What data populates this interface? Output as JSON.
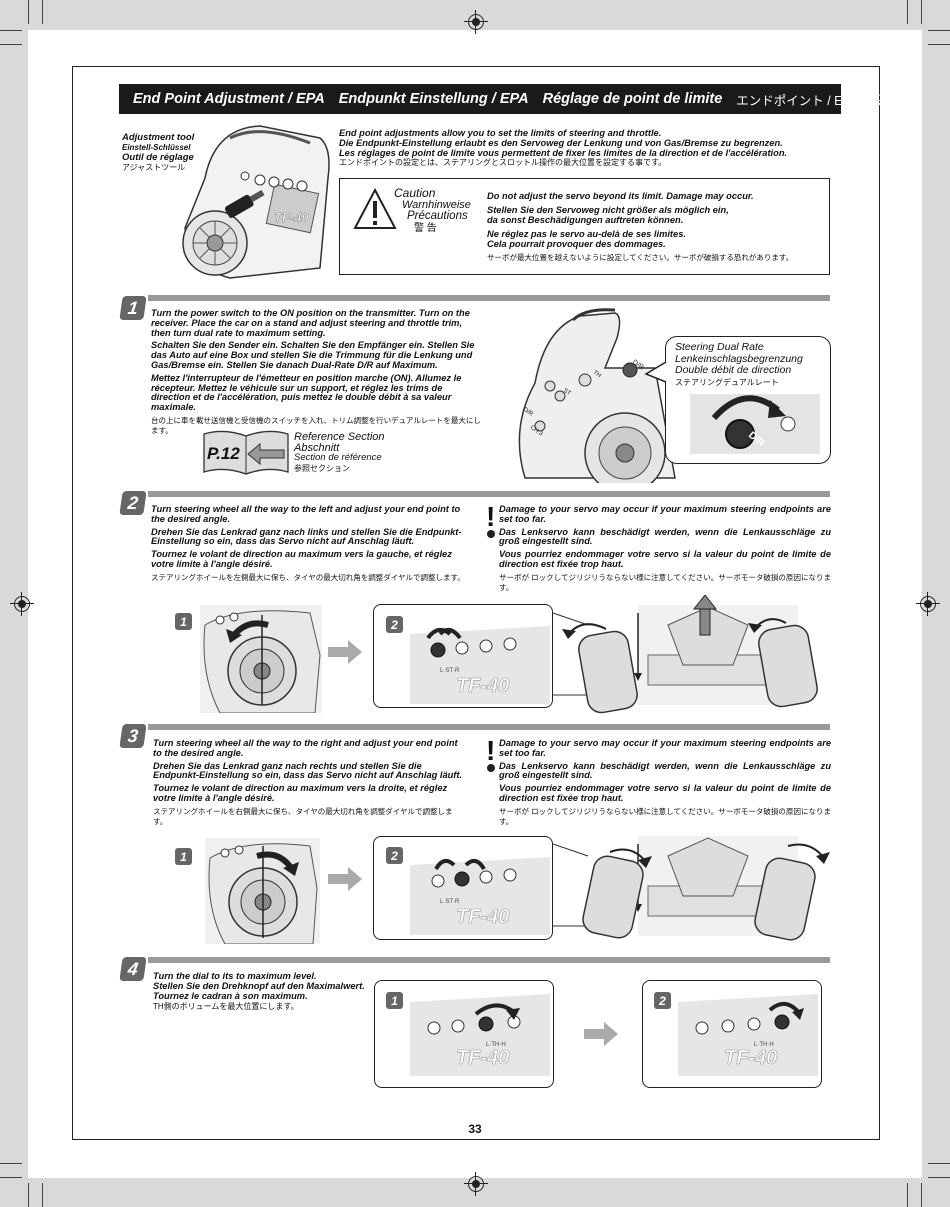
{
  "header": {
    "title_en": "End Point Adjustment / EPA",
    "title_de": "Endpunkt Einstellung / EPA",
    "title_fr": "Réglage de point de limite",
    "title_jp": "エンドポイント / EPAの設定"
  },
  "intro": {
    "tool_label_en": "Adjustment tool",
    "tool_label_de": "Einstell-Schlüssel",
    "tool_label_fr": "Outil de réglage",
    "tool_label_jp": "アジャストツール",
    "text_en": "End point adjustments allow you to set the limits of steering and throttle.",
    "text_de": "Die Endpunkt-Einstellung erlaubt es den Servoweg der Lenkung und von Gas/Bremse zu begrenzen.",
    "text_fr": "Les réglages de point de limite vous permettent de fixer les limites de la direction et de l'accélération.",
    "text_jp": "エンドポイントの設定とは、ステアリングとスロットル操作の最大位置を設定する事です。",
    "radio_brand": "TF-40"
  },
  "caution": {
    "title_en": "Caution",
    "title_de": "Warnhinweise",
    "title_fr": "Précautions",
    "title_jp": "警 告",
    "text_en": "Do not adjust the servo beyond its limit. Damage may occur.",
    "text_de_1": "Stellen Sie den Servoweg nicht größer als möglich ein,",
    "text_de_2": "da sonst Beschädigungen auftreten können.",
    "text_fr_1": "Ne réglez pas le servo au-delà de ses limites.",
    "text_fr_2": "Cela pourrait provoquer des dommages.",
    "text_jp": "サーボが最大位置を越えないように設定してください。サーボが破損する恐れがあります。"
  },
  "step1": {
    "num": "1",
    "en": "Turn the power switch to the ON position on the transmitter. Turn on the receiver. Place the car on a stand and adjust steering and throttle trim, then turn dual rate to maximum setting.",
    "de": "Schalten Sie den Sender ein. Schalten Sie den Empfänger ein. Stellen Sie das Auto auf eine Box und stellen Sie die Trimmung für die Lenkung und Gas/Bremse ein. Stellen Sie danach Dual-Rate D/R auf Maximum.",
    "fr": "Mettez l'interrupteur de l'émetteur en position marche (ON). Allumez le récepteur. Mettez le véhicule sur un support, et réglez les trims de direction et de l'accélération, puis mettez le double débit à sa valeur maximale.",
    "jp": "台の上に車を載せ送信機と受信機のスイッチを入れ、トリム調整を行いデュアルレートを最大にします。",
    "ref_page": "P.12",
    "ref_en": "Reference Section",
    "ref_de": "Abschnitt",
    "ref_fr": "Section de référence",
    "ref_jp": "参照セクション",
    "callout_en": "Steering Dual Rate",
    "callout_de": "Lenkeinschlagsbegrenzung",
    "callout_fr": "Double débit de direction",
    "callout_jp": "ステアリングデュアルレート",
    "knob_labels": [
      "D/R",
      "TH",
      "ST",
      "ST",
      "D/R",
      "CH.3"
    ]
  },
  "damage_note": {
    "en": "Damage to your servo may occur if your maximum steering endpoints are set too far.",
    "de": "Das Lenkservo kann beschädigt werden, wenn die Lenkausschläge zu groß eingestellt sind.",
    "fr": "Vous pourriez endommager votre servo si la valeur du point de limite de direction est fixée trop haut.",
    "jp": "サーボが ロックしてジリジリうならない様に注意してください。サーボモータ破損の原因になります。"
  },
  "step2": {
    "num": "2",
    "en": "Turn steering wheel all the way to the left and adjust your end point to the desired angle.",
    "de": "Drehen Sie das Lenkrad ganz nach links und stellen Sie die Endpunkt-Einstellung so ein, dass das Servo nicht auf Anschlag läuft.",
    "fr": "Tournez le volant de direction au maximum vers la gauche, et réglez votre limite à l'angle désiré.",
    "jp": "ステアリングホイールを左側最大に保ち、タイヤの最大切れ角を調整ダイヤルで調整します。",
    "sub1": "1",
    "sub2": "2",
    "panel_label": "L·ST·R"
  },
  "step3": {
    "num": "3",
    "en": "Turn steering wheel all the way to the right and adjust your end point to the desired angle.",
    "de": "Drehen Sie das Lenkrad ganz nach rechts und stellen Sie die Endpunkt-Einstellung so ein, dass das Servo nicht auf Anschlag läuft.",
    "fr": "Tournez le volant de direction au maximum vers la droite, et réglez votre limite à l'angle désiré.",
    "jp": "ステアリングホイールを右側最大に保ち、タイヤの最大切れ角を調整ダイヤルで調整します。",
    "sub1": "1",
    "sub2": "2",
    "panel_label": "L·ST·R"
  },
  "step4": {
    "num": "4",
    "en": "Turn the dial to its to maximum level.",
    "de": "Stellen Sie den Drehknopf auf den Maximalwert.",
    "fr": "Tournez le cadran à son maximum.",
    "jp": "TH側のボリュームを最大位置にします。",
    "sub1": "1",
    "sub2": "2",
    "panel_label": "L·TH·H"
  },
  "footer": {
    "page": "33"
  }
}
